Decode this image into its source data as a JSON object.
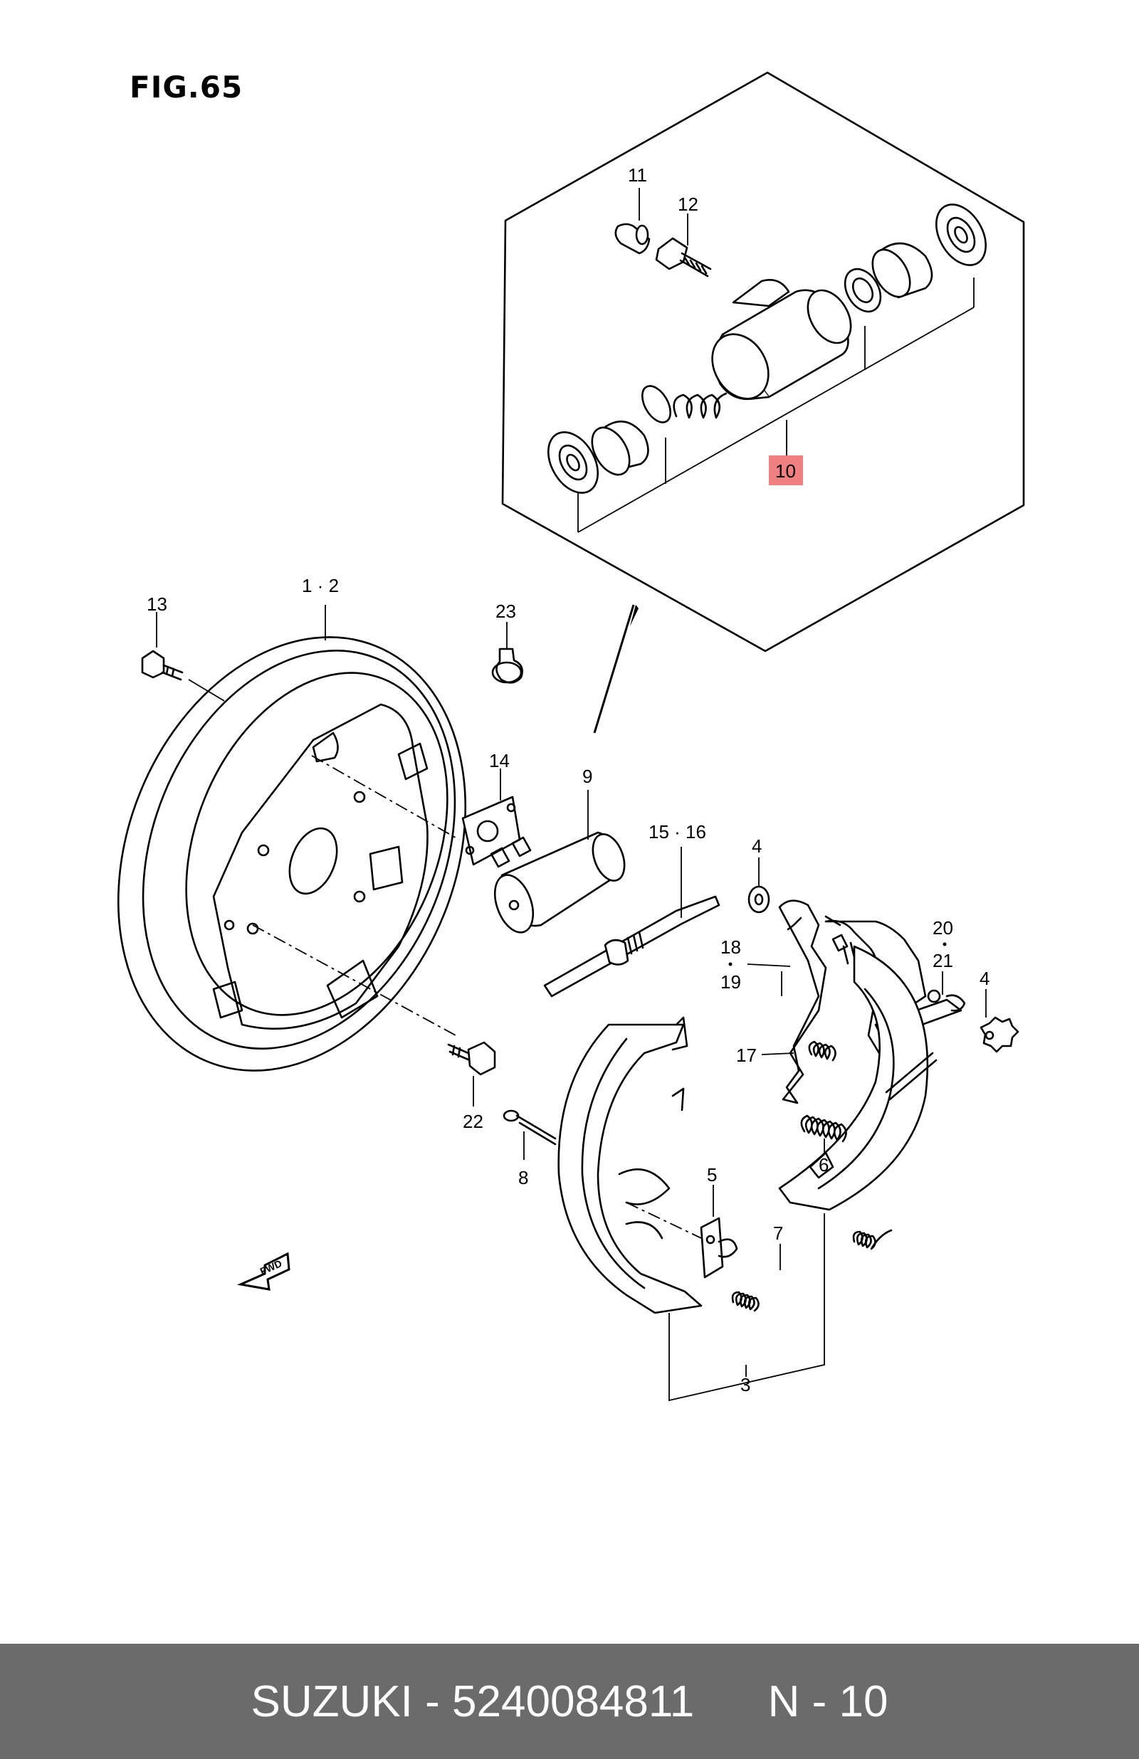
{
  "figure": {
    "title": "FIG.65"
  },
  "callouts": {
    "c11": "11",
    "c12": "12",
    "c10": "10",
    "c13": "13",
    "c1_2": "1 · 2",
    "c23": "23",
    "c14": "14",
    "c9": "9",
    "c15_16": "15 · 16",
    "c4a": "4",
    "c18": "18",
    "c19": "19",
    "c20": "20",
    "c21": "21",
    "c4b": "4",
    "c17": "17",
    "c22": "22",
    "c8": "8",
    "c6": "6",
    "c5": "5",
    "c7": "7",
    "c3": "3",
    "fwd": "FWD"
  },
  "highlight": {
    "part": "10",
    "color": "#f08080"
  },
  "footer": {
    "brand": "SUZUKI",
    "separator": "-",
    "part_number": "5240084811",
    "ref": "N - 10"
  }
}
